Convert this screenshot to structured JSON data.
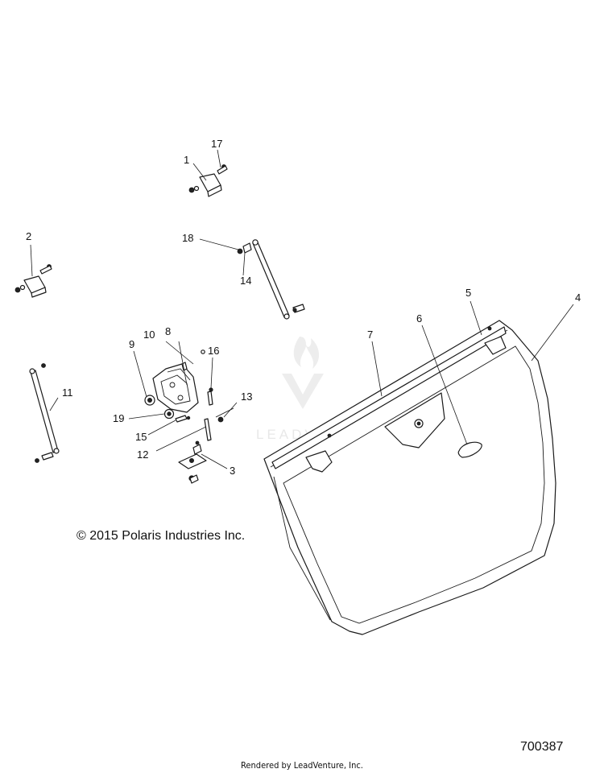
{
  "diagram": {
    "copyright": "© 2015 Polaris Industries Inc.",
    "diagram_id": "700387",
    "render_credit": "Rendered by LeadVenture, Inc.",
    "watermark": "LEADVENTURE",
    "callouts": {
      "c1": "1",
      "c2": "2",
      "c3": "3",
      "c4": "4",
      "c5": "5",
      "c6": "6",
      "c7": "7",
      "c8": "8",
      "c9": "9",
      "c10": "10",
      "c11": "11",
      "c12": "12",
      "c13": "13",
      "c14": "14",
      "c15": "15",
      "c16": "16",
      "c17": "17",
      "c18": "18",
      "c19": "19"
    }
  }
}
